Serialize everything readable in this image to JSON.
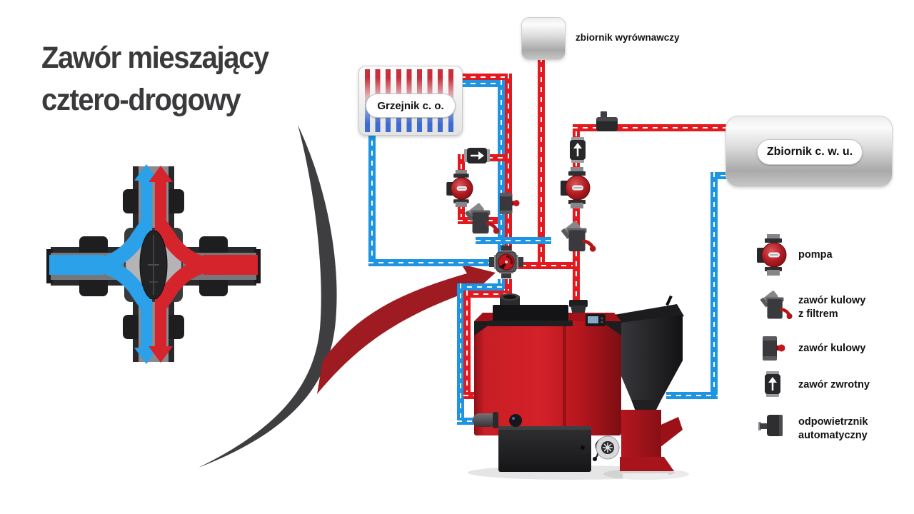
{
  "title": {
    "line1": "Zawór mieszający",
    "line2": "cztero-drogowy"
  },
  "diagram": {
    "radiator_label": "Grzejnik c. o.",
    "expansion_tank_label": "zbiornik wyrównawczy",
    "dhw_tank_label": "Zbiornik c. w. u."
  },
  "legend": {
    "items": [
      {
        "icon": "pump-icon",
        "label": "pompa"
      },
      {
        "icon": "ball-valve-filter-icon",
        "label": "zawór kulowy\nz filtrem"
      },
      {
        "icon": "ball-valve-icon",
        "label": "zawór kulowy"
      },
      {
        "icon": "check-valve-icon",
        "label": "zawór zwrotny"
      },
      {
        "icon": "air-vent-icon",
        "label": "odpowietrznik\nautomatyczny"
      }
    ]
  },
  "colors": {
    "hot_pipe": "#e4191f",
    "cold_pipe": "#1e95e2",
    "callout_red": "#9d1b21",
    "callout_dark": "#3e3e40",
    "boiler_red": "#c81e25",
    "metal_dark": "#2c2c2e",
    "title_text": "#3a3a3c"
  }
}
